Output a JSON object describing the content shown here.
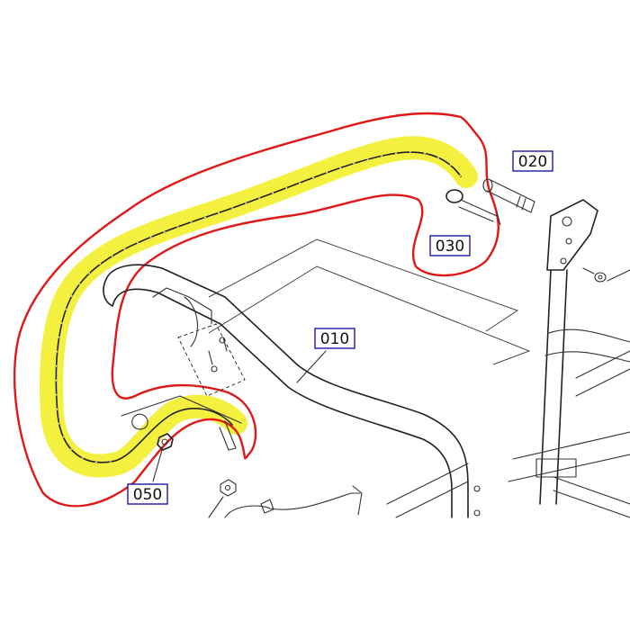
{
  "callouts": {
    "part_010": "010",
    "part_020": "020",
    "part_030": "030",
    "part_050": "050"
  },
  "colors": {
    "highlight": "#f2ee2a",
    "outline": "#e01818",
    "callout_border": "#1a1aa8",
    "lines": "#222222"
  },
  "icons": {
    "bolt": "bolt-icon",
    "nut": "nut-icon",
    "washer": "washer-icon"
  }
}
